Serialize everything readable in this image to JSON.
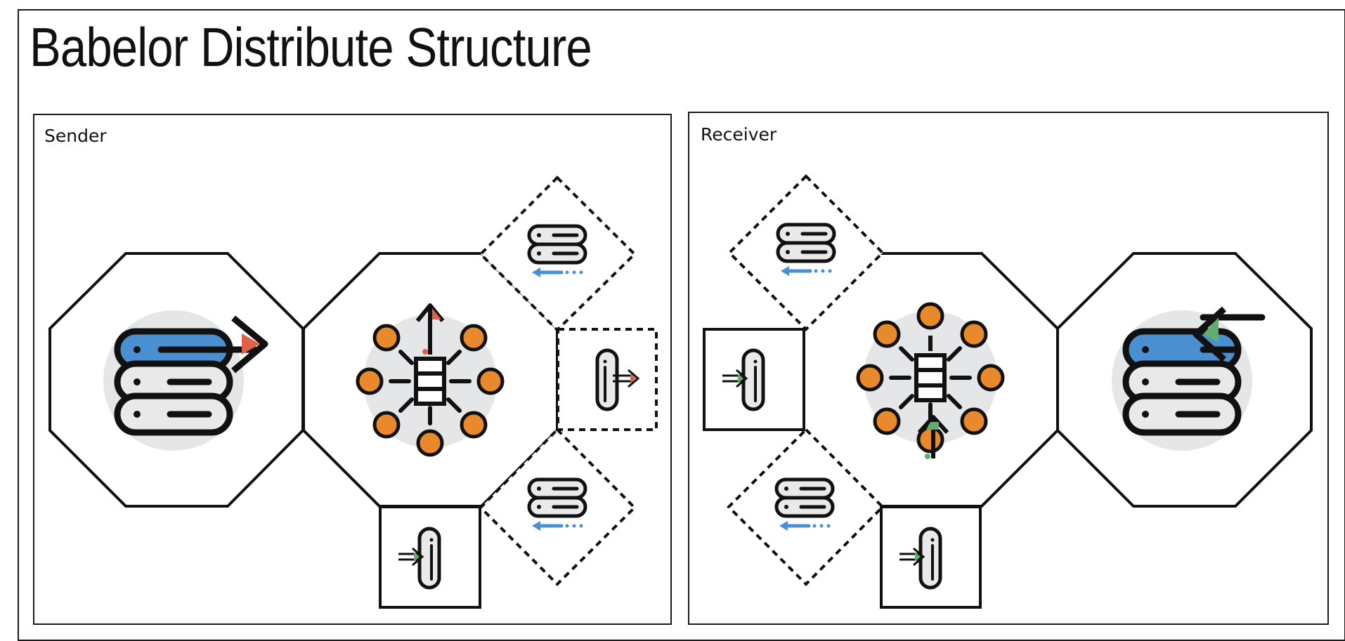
{
  "title": "Babelor Distribute Structure",
  "panels": {
    "sender": {
      "label": "Sender"
    },
    "receiver": {
      "label": "Receiver"
    }
  },
  "colors": {
    "outline": "#111111",
    "orange": "#e8892b",
    "blue": "#4a8fd0",
    "red": "#e0614a",
    "green": "#5fae6b",
    "bubble": "#e5e6e8",
    "cylinder": "#e9e9ea"
  },
  "icons": {
    "sender_source": "database-send-icon",
    "sender_hub": "distribution-hub-icon",
    "sender_output_port": "plug-out-icon",
    "sender_input_port": "plug-in-icon",
    "sender_nodes": "database-node-icon",
    "receiver_sink": "database-receive-icon",
    "receiver_hub": "distribution-hub-icon",
    "receiver_input_ports": "plug-in-icon",
    "receiver_nodes": "database-node-icon"
  }
}
